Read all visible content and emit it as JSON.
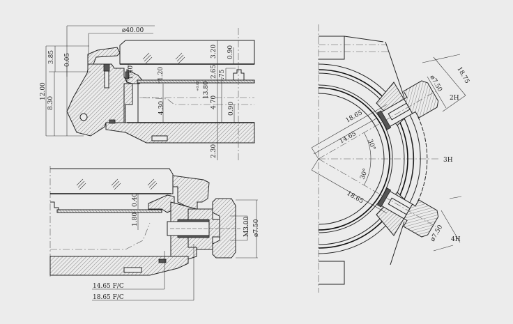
{
  "top_section": {
    "dims": {
      "dia_40": "ø40.00",
      "d_3_85": "3.85",
      "d_0_05": "0.05",
      "d_12_00": "12.00",
      "d_8_30": "8.30",
      "d_1_40": "1.40",
      "d_1_20": "1.20",
      "d_4_30": "4.30",
      "d_3_20": "3.20",
      "d_0_90_top": "0.90",
      "d_2_65": "2.65",
      "d_0_75": ".75",
      "d_13_80": "13.80",
      "d_tol": "+0.05",
      "d_4_70": "4.70",
      "d_0_90_mid": "0.90",
      "d_2_30": "2.30"
    }
  },
  "bottom_section": {
    "dims": {
      "d_0_40": "0.40",
      "d_1_80": "1.80",
      "m3": "M3.00",
      "dia_7_50": "ø7.50",
      "fc_14_65": "14.65 F/C",
      "fc_18_65": "18.65 F/C"
    }
  },
  "plan_view": {
    "dims": {
      "d_18_75": "18.75",
      "dia_7_50_2h": "ø7.50",
      "r_18_65_upper": "18.65",
      "r_14_65": "14.65",
      "angle_upper": "30°",
      "angle_lower": "30°",
      "r_18_65_lower": "18.65",
      "dia_7_50_4h": "ø7.50"
    },
    "positions": {
      "p2": "2H",
      "p3": "3H",
      "p4": "4H"
    }
  }
}
